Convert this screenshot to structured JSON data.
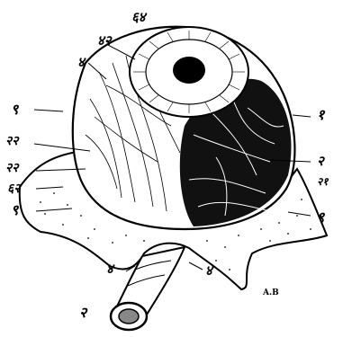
{
  "figure": {
    "labels": [
      {
        "id": "L-top-a",
        "text": "४२"
      },
      {
        "id": "L-top-b",
        "text": "६४"
      },
      {
        "id": "L-top-left",
        "text": "४"
      },
      {
        "id": "L-left-1",
        "text": "९"
      },
      {
        "id": "L-left-2",
        "text": "२२"
      },
      {
        "id": "L-left-3",
        "text": "२२"
      },
      {
        "id": "L-left-4",
        "text": "६२"
      },
      {
        "id": "L-left-5",
        "text": "९"
      },
      {
        "id": "L-right-1",
        "text": "१"
      },
      {
        "id": "L-right-2",
        "text": "२"
      },
      {
        "id": "L-right-3",
        "text": "२१"
      },
      {
        "id": "L-right-4",
        "text": "९"
      },
      {
        "id": "L-bottom-1",
        "text": "४"
      },
      {
        "id": "L-bottom-2",
        "text": "४"
      },
      {
        "id": "L-bottom-3",
        "text": "२"
      },
      {
        "id": "L-signature",
        "text": "A.B"
      }
    ]
  }
}
